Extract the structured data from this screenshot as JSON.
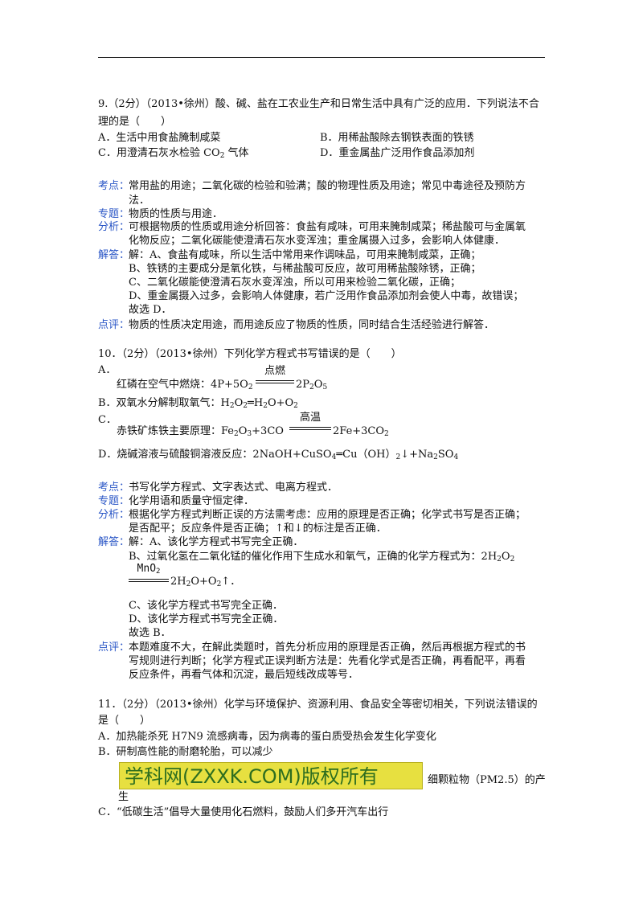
{
  "q9": {
    "stem1": "9.（2分）（2013•徐州）酸、碱、盐在工农业生产和日常生活中具有广泛的应用．下列说法不合",
    "stem2": "理的是（　　）",
    "optA": "A．生活中用食盐腌制咸菜",
    "optB": "B．用稀盐酸除去钢铁表面的铁锈",
    "optC_pre": "C．用澄清石灰水检验 CO",
    "optC_sub": "2",
    "optC_post": " 气体",
    "optD": "D．重金属盐广泛用作食品添加剂",
    "kaodian_label": "考点：",
    "kaodian1": "常用盐的用途；二氧化碳的检验和验满；酸的物理性质及用途；常见中毒途径及预防方",
    "kaodian2": "法．",
    "zhuanti_label": "专题：",
    "zhuanti": "物质的性质与用途．",
    "fenxi_label": "分析：",
    "fenxi1": "可根据物质的性质或用途分析回答：食盐有咸味，可用来腌制咸菜；稀盐酸可与金属氧",
    "fenxi2": "化物反应；二氧化碳能使澄清石灰水变浑浊；重金属摄入过多，会影响人体健康．",
    "jieda_label": "解答：",
    "jieda1": "解：A、食盐有咸味，所以生活中常用来作调味品，可用来腌制咸菜，正确；",
    "jieda2": "B、铁锈的主要成分是氧化铁，与稀盐酸可反应，故可用稀盐酸除锈，正确；",
    "jieda3": "C、二氧化碳能使澄清石灰水变浑浊，所以可用来检验二氧化碳，正确；",
    "jieda4": "D、重金属摄入过多，会影响人体健康，若广泛用作食品添加剂会使人中毒，故错误；",
    "jieda5": "故选 D．",
    "dianping_label": "点评：",
    "dianping": "物质的性质决定用途，而用途反应了物质的性质，同时结合生活经验进行解答．"
  },
  "q10": {
    "stem": "10．（2分）（2013•徐州）下列化学方程式书写错误的是（　　）",
    "optA_label": "A．",
    "optA_text": "红磷在空气中燃烧：4P+5O",
    "optA_cond": "点燃",
    "optA_prod": "2P",
    "optA_prod_sub1": "2",
    "optA_prod_mid": "O",
    "optA_prod_sub2": "5",
    "optB_text": "B．双氧水分解制取氧气：H",
    "optB_rest": "O",
    "optB_eq": "═H",
    "optB_rest2": "O+O",
    "optC_label": "C．",
    "optC_text": "赤铁矿炼铁主要原理：Fe",
    "optC_cond": "高温",
    "optC_prod": "2Fe+3CO",
    "optD_text": "D．烧碱溶液与硫酸铜溶液反应：2NaOH+CuSO",
    "optD_rest": "═Cu（OH）",
    "optD_rest2": "↓+Na",
    "optD_rest3": "SO",
    "kaodian": "书写化学方程式、文字表达式、电离方程式．",
    "zhuanti": "化学用语和质量守恒定律．",
    "fenxi1": "根据化学方程式判断正误的方法需考虑：应用的原理是否正确；化学式书写是否正确；",
    "fenxi2": "是否配平；反应条件是否正确；↑和↓的标注是否正确．",
    "jieda1": "解：A、该化学方程式书写完全正确．",
    "jieda2": "B、过氧化氢在二氧化锰的催化作用下生成水和氧气，正确的化学方程式为：2H",
    "jieda2_tail": "O",
    "jieda3_cond": "MnO",
    "jieda3_prod": "2H",
    "jieda3_prod2": "O+O",
    "jieda3_tail": "↑．",
    "jieda4": "C、该化学方程式书写完全正确．",
    "jieda5": "D、该化学方程式书写完全正确．",
    "jieda6": "故选 B．",
    "dianping1": "本题难度不大，在解此类题时，首先分析应用的原理是否正确，然后再根据方程式的书",
    "dianping2": "写规则进行判断；化学方程式正误判断方法是：先看化学式是否正确，再看配平，再看",
    "dianping3": "反应条件，再看气体和沉淀，最后短线改成等号．"
  },
  "q11": {
    "stem1": "11．（2分）（2013•徐州）化学与环境保护、资源利用、食品安全等密切相关，下列说法错误的",
    "stem2": "是（　　）",
    "optA": "A．加热能杀死 H7N9 流感病毒，因为病毒的蛋白质受热会发生化学变化",
    "optB1": "B．研制高性能的耐磨轮胎，可以减少",
    "optB2": "细颗粒物（PM2.5）的产",
    "optB3": "生",
    "optC": "C．“低碳生活”倡导大量使用化石燃料，鼓励人们多开汽车出行"
  },
  "watermark": "学科网(ZXXK.COM)版权所有"
}
